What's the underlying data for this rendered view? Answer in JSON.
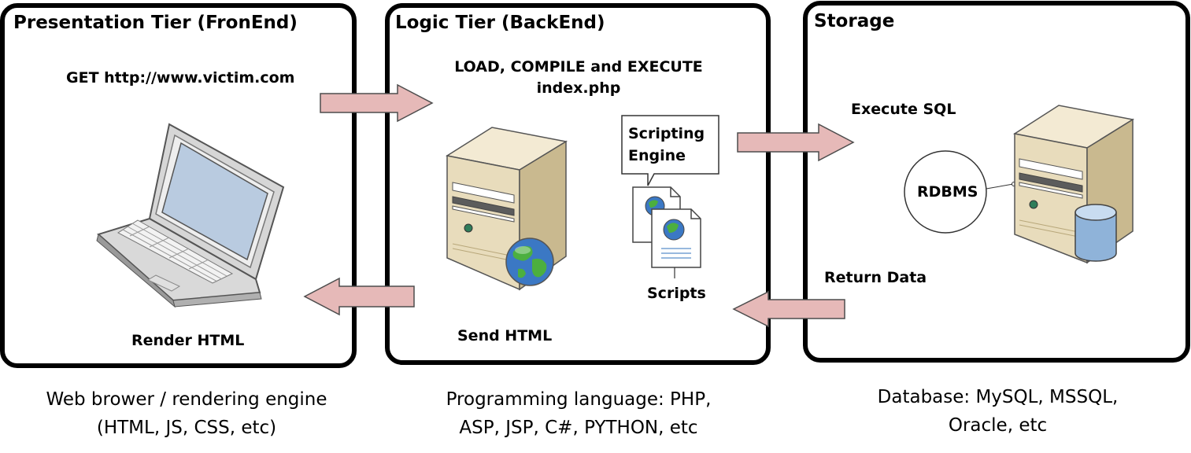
{
  "tiers": {
    "presentation": {
      "title": "Presentation Tier (FronEnd)",
      "request": "GET http://www.victim.com",
      "render": "Render HTML",
      "caption_line1": "Web brower / rendering engine",
      "caption_line2": "(HTML, JS, CSS, etc)"
    },
    "logic": {
      "title": "Logic Tier (BackEnd)",
      "load_line1": "LOAD, COMPILE and EXECUTE",
      "load_line2": "index.php",
      "engine_line1": "Scripting",
      "engine_line2": "Engine",
      "scripts": "Scripts",
      "send": "Send HTML",
      "caption_line1": "Programming language: PHP,",
      "caption_line2": "ASP, JSP, C#, PYTHON, etc"
    },
    "storage": {
      "title": "Storage",
      "execute": "Execute SQL",
      "rdbms": "RDBMS",
      "return": "Return Data",
      "caption_line1": "Database: MySQL, MSSQL,",
      "caption_line2": "Oracle, etc"
    }
  },
  "colors": {
    "arrow_fill": "#e6b9b8",
    "arrow_stroke": "#4d4d4d",
    "server_face": "#e8dcbc",
    "screen": "#b9cbe0",
    "db_cylinder": "#8fb3d9",
    "globe": "#3b78c4"
  },
  "icons": [
    "laptop-icon",
    "server-icon",
    "globe-icon",
    "script-doc-icon",
    "database-server-icon",
    "cylinder-icon"
  ]
}
